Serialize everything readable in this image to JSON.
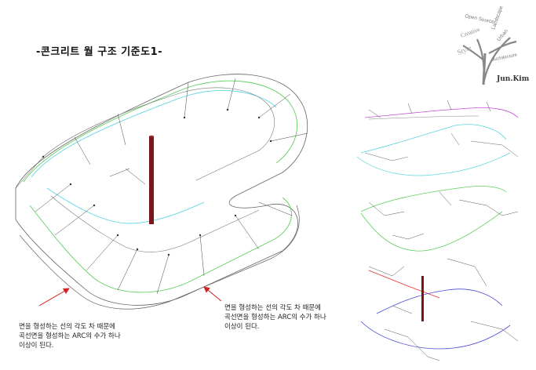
{
  "title": "-콘크리트 월 구조 기준도1-",
  "logo": {
    "words": [
      "Open Source",
      "Landscape",
      "Creative",
      "Urban",
      "Style",
      "Architecture"
    ],
    "author": "Jun.Kim"
  },
  "notes": {
    "left": "면을 형성하는 선의 각도 차 때문에\n곡선면을 형성하는 ARC의 수가 하나\n이상이 된다.",
    "right": "면을 형성하는 선의 각도 차 때문에\n곡선면을 형성하는 ARC의 수가 하나\n이상이 된다."
  },
  "colors": {
    "column": "#7a1518",
    "arrow": "#d42020",
    "outline": "#555555",
    "green": "#5fcf5f",
    "cyan": "#5ed6e0",
    "blue": "#4a4ad8",
    "magenta": "#c64ad8",
    "red_line": "#e03030"
  }
}
